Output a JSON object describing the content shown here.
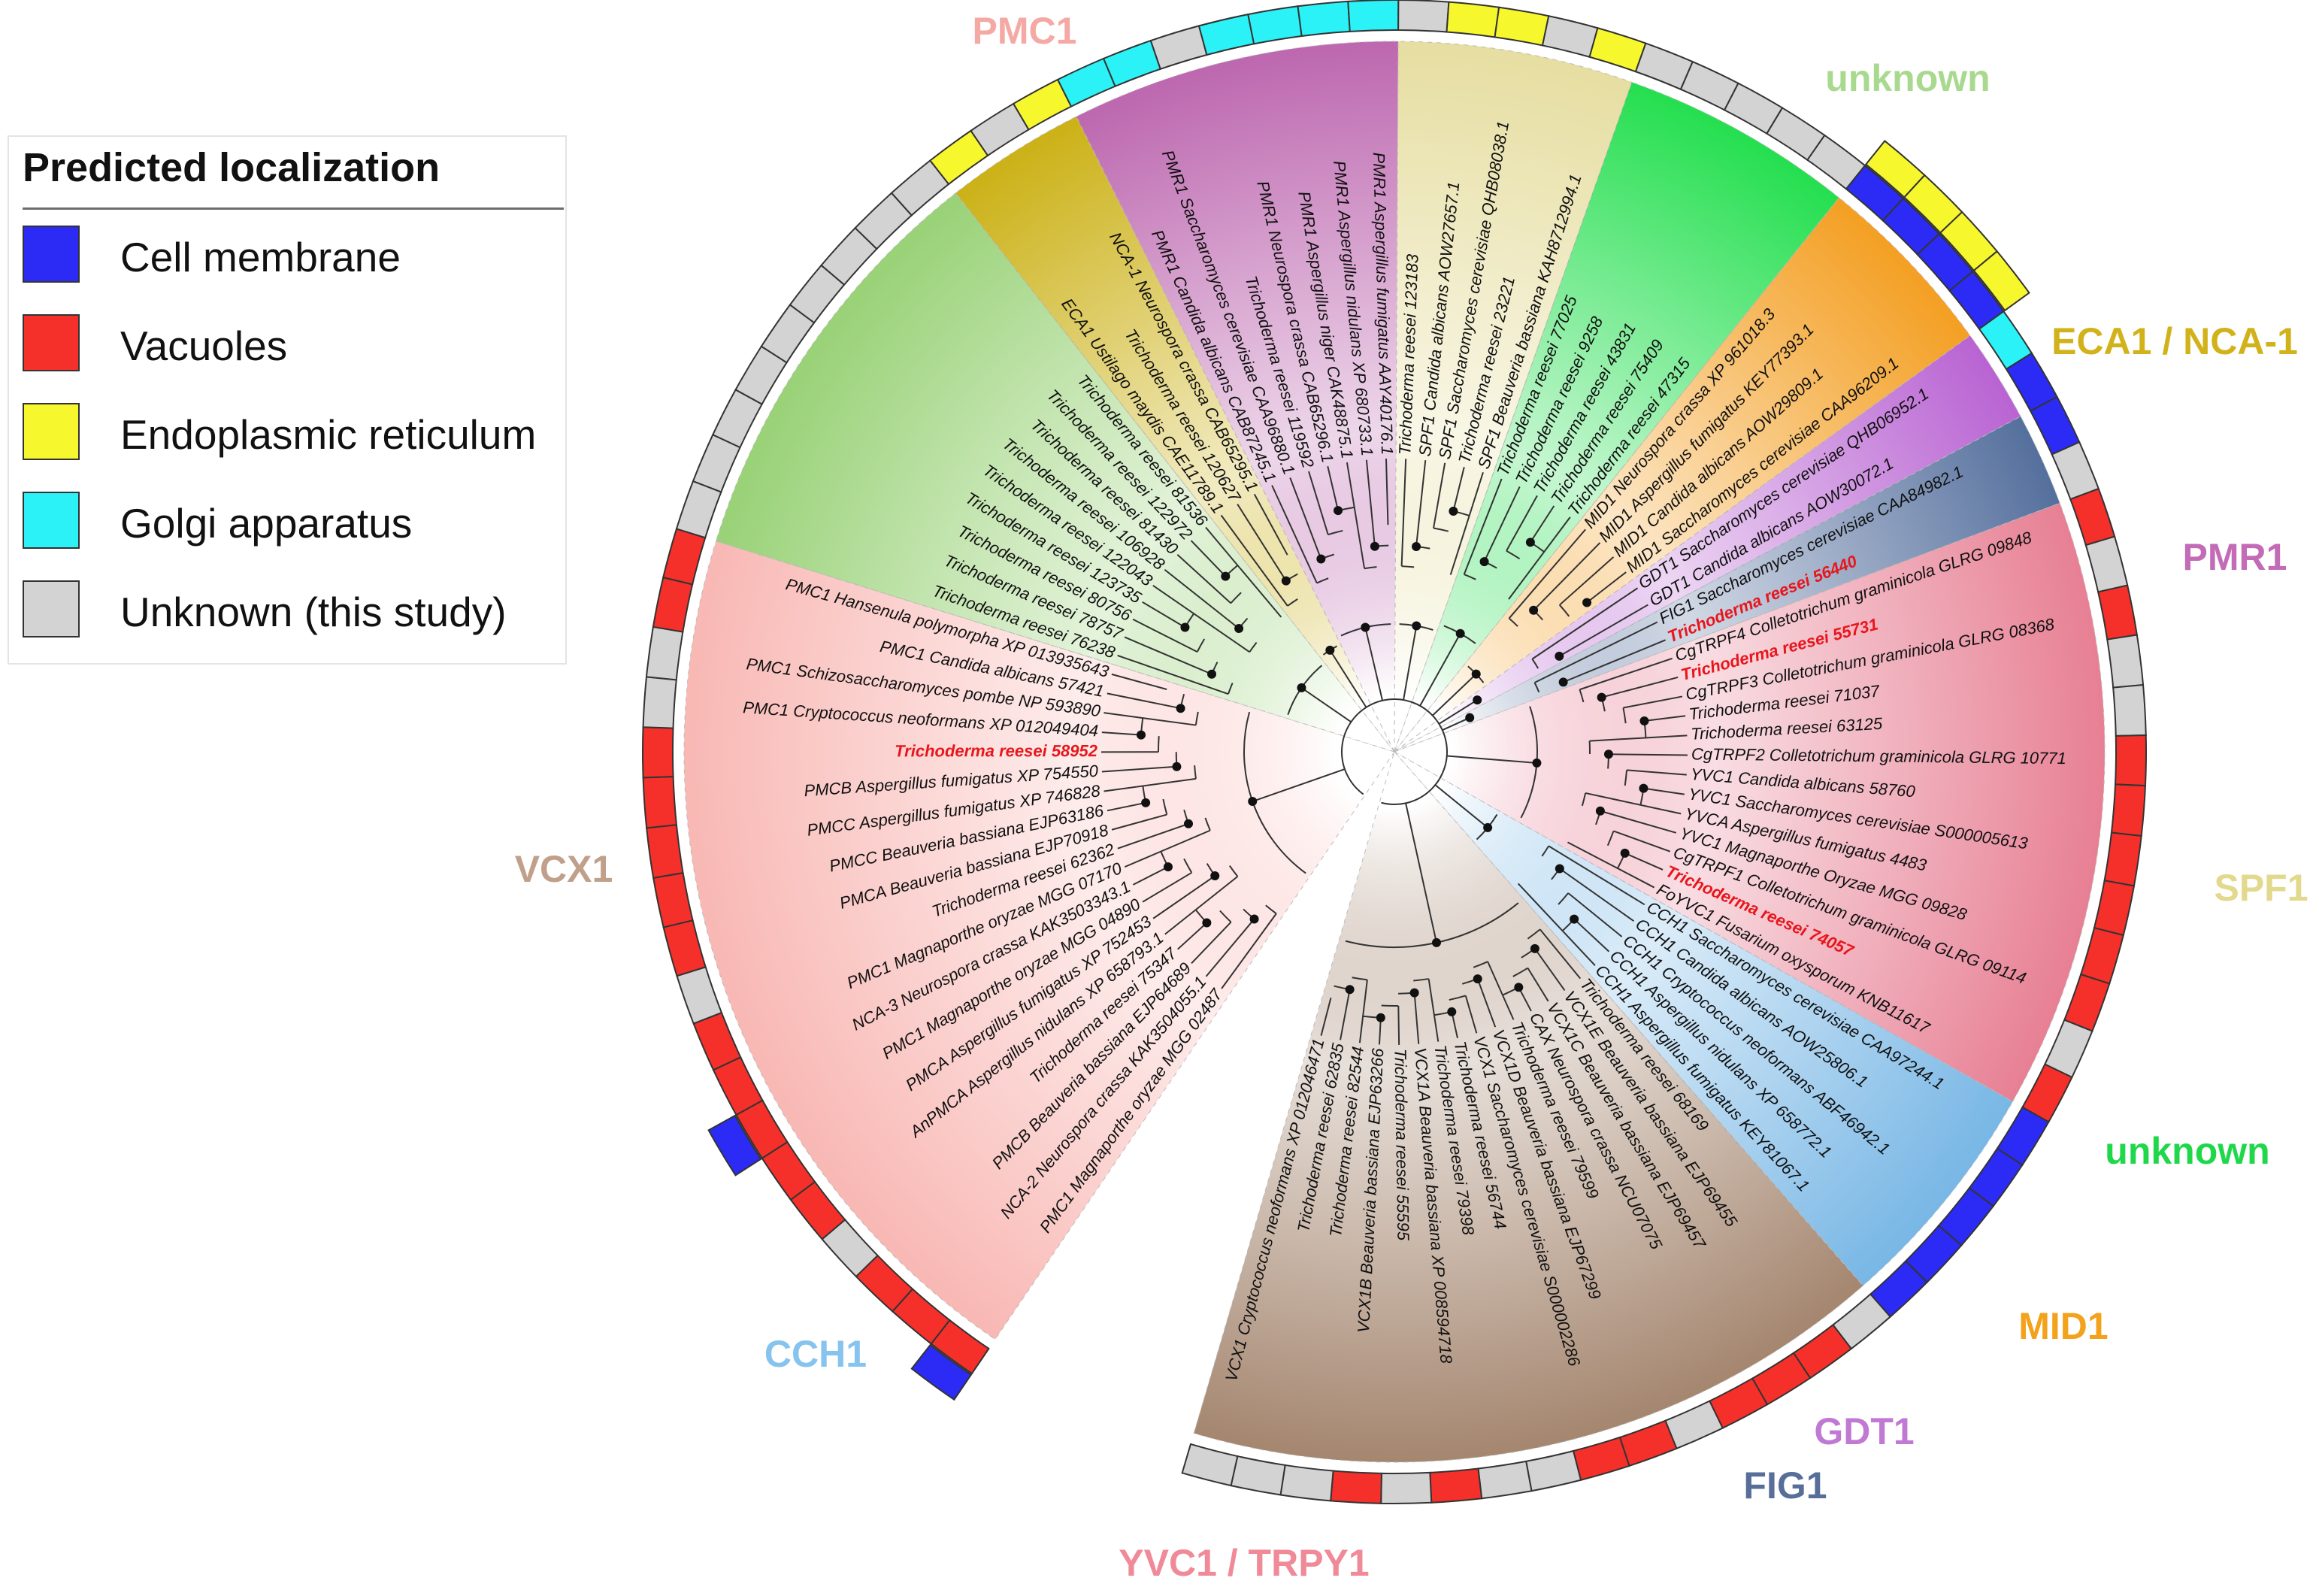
{
  "legend": {
    "title": "Predicted localization",
    "items": [
      {
        "label": "Cell membrane",
        "color": "#2b2bf5"
      },
      {
        "label": "Vacuoles",
        "color": "#f5302a"
      },
      {
        "label": "Endoplasmic reticulum",
        "color": "#f7f72e"
      },
      {
        "label": "Golgi apparatus",
        "color": "#2bf2f7"
      },
      {
        "label": "Unknown (this study)",
        "color": "#d3d3d3"
      }
    ]
  },
  "clades": [
    {
      "name": "PMC1",
      "color": "#f8b4b0",
      "label_color": "#f4a9a4"
    },
    {
      "name": "unknown",
      "color": "#93cf6f",
      "label_color": "#a9d98f"
    },
    {
      "name": "ECA1 / NCA-1",
      "color": "#c9ad0a",
      "label_color": "#d2b21a"
    },
    {
      "name": "PMR1",
      "color": "#b95fab",
      "label_color": "#c36bb6"
    },
    {
      "name": "SPF1",
      "color": "#e5dc9c",
      "label_color": "#e3d98c"
    },
    {
      "name": "unknown",
      "color": "#19dd46",
      "label_color": "#1fd84a"
    },
    {
      "name": "MID1",
      "color": "#f39a17",
      "label_color": "#f3a21c"
    },
    {
      "name": "GDT1",
      "color": "#b55bd0",
      "label_color": "#c07ad4"
    },
    {
      "name": "FIG1",
      "color": "#4c6898",
      "label_color": "#566e98"
    },
    {
      "name": "YVC1 / TRPY1",
      "color": "#e6798e",
      "label_color": "#f08a98"
    },
    {
      "name": "CCH1",
      "color": "#71b3e4",
      "label_color": "#86c3ee"
    },
    {
      "name": "VCX1",
      "color": "#a08068",
      "label_color": "#c0a08b"
    }
  ],
  "leaves": [
    {
      "label": "PMC1 Magnaporthe oryzae MGG 02487",
      "clade": 0,
      "loc": 1,
      "highlight": false
    },
    {
      "label": "NCA-2 Neurospora crassa KAK3504055.1",
      "clade": 0,
      "loc": 1,
      "highlight": false
    },
    {
      "label": "PMCB Beauveria bassiana EJP64689",
      "clade": 0,
      "loc": 1,
      "highlight": false
    },
    {
      "label": "Trichoderma reesei 75347",
      "clade": 0,
      "loc": 4,
      "highlight": false
    },
    {
      "label": "AnPMCA Aspergillus nidulans XP 658793.1",
      "clade": 0,
      "loc": 1,
      "highlight": false
    },
    {
      "label": "PMCA Aspergillus fumigatus XP 752453",
      "clade": 0,
      "loc": 1,
      "highlight": false
    },
    {
      "label": "PMC1 Magnaporthe oryzae MGG 04890",
      "clade": 0,
      "loc": 1,
      "highlight": false
    },
    {
      "label": "NCA-3 Neurospora crassa KAK3503343.1",
      "clade": 0,
      "loc": 1,
      "highlight": false
    },
    {
      "label": "PMC1 Magnaporthe oryzae MGG 07170",
      "clade": 0,
      "loc": 1,
      "highlight": false
    },
    {
      "label": "Trichoderma reesei 62362",
      "clade": 0,
      "loc": 4,
      "highlight": false
    },
    {
      "label": "PMCA Beauveria bassiana EJP70918",
      "clade": 0,
      "loc": 1,
      "highlight": false
    },
    {
      "label": "PMCC Beauveria bassiana EJP63186",
      "clade": 0,
      "loc": 1,
      "highlight": false
    },
    {
      "label": "PMCC Aspergillus fumigatus XP 746828",
      "clade": 0,
      "loc": 1,
      "highlight": false
    },
    {
      "label": "PMCB Aspergillus fumigatus XP 754550",
      "clade": 0,
      "loc": 1,
      "highlight": false
    },
    {
      "label": "Trichoderma reesei 58952",
      "clade": 0,
      "loc": 1,
      "highlight": true
    },
    {
      "label": "PMC1 Cryptococcus neoformans XP 012049404",
      "clade": 0,
      "loc": 4,
      "highlight": false
    },
    {
      "label": "PMC1 Schizosaccharomyces pombe NP 593890",
      "clade": 0,
      "loc": 4,
      "highlight": false
    },
    {
      "label": "PMC1 Candida albicans 57421",
      "clade": 0,
      "loc": 1,
      "highlight": false
    },
    {
      "label": "PMC1 Hansenula polymorpha XP 013935643",
      "clade": 0,
      "loc": 1,
      "highlight": false
    },
    {
      "label": "Trichoderma reesei 76238",
      "clade": 1,
      "loc": 4,
      "highlight": false
    },
    {
      "label": "Trichoderma reesei 78757",
      "clade": 1,
      "loc": 4,
      "highlight": false
    },
    {
      "label": "Trichoderma reesei 80756",
      "clade": 1,
      "loc": 4,
      "highlight": false
    },
    {
      "label": "Trichoderma reesei 123735",
      "clade": 1,
      "loc": 4,
      "highlight": false
    },
    {
      "label": "Trichoderma reesei 122043",
      "clade": 1,
      "loc": 4,
      "highlight": false
    },
    {
      "label": "Trichoderma reesei 106928",
      "clade": 1,
      "loc": 4,
      "highlight": false
    },
    {
      "label": "Trichoderma reesei 81430",
      "clade": 1,
      "loc": 4,
      "highlight": false
    },
    {
      "label": "Trichoderma reesei 122972",
      "clade": 1,
      "loc": 4,
      "highlight": false
    },
    {
      "label": "Trichoderma reesei 81536",
      "clade": 1,
      "loc": 4,
      "highlight": false
    },
    {
      "label": "ECA1 Ustilago maydis CAE11789.1",
      "clade": 2,
      "loc": 2,
      "highlight": false
    },
    {
      "label": "Trichoderma reesei 120627",
      "clade": 2,
      "loc": 4,
      "highlight": false
    },
    {
      "label": "NCA-1 Neurospora crassa CAB65295.1",
      "clade": 2,
      "loc": 2,
      "highlight": false
    },
    {
      "label": "PMR1 Candida albicans CAB87245.1",
      "clade": 3,
      "loc": 3,
      "highlight": false
    },
    {
      "label": "PMR1 Saccharomyces cerevisiae CAA96880.1",
      "clade": 3,
      "loc": 3,
      "highlight": false
    },
    {
      "label": "Trichoderma reesei 119592",
      "clade": 3,
      "loc": 4,
      "highlight": false
    },
    {
      "label": "PMR1 Neurospora crassa CAB65296.1",
      "clade": 3,
      "loc": 3,
      "highlight": false
    },
    {
      "label": "PMR1 Aspergillus niger CAK48875.1",
      "clade": 3,
      "loc": 3,
      "highlight": false
    },
    {
      "label": "PMR1 Aspergillus nidulans XP 680733.1",
      "clade": 3,
      "loc": 3,
      "highlight": false
    },
    {
      "label": "PMR1 Aspergillus fumigatus AAY40176.1",
      "clade": 3,
      "loc": 3,
      "highlight": false
    },
    {
      "label": "Trichoderma reesei 123183",
      "clade": 4,
      "loc": 4,
      "highlight": false
    },
    {
      "label": "SPF1 Candida albicans AOW27657.1",
      "clade": 4,
      "loc": 2,
      "highlight": false
    },
    {
      "label": "SPF1 Saccharomyces cerevisiae QHB08038.1",
      "clade": 4,
      "loc": 2,
      "highlight": false
    },
    {
      "label": "Trichoderma reesei 23221",
      "clade": 4,
      "loc": 4,
      "highlight": false
    },
    {
      "label": "SPF1 Beauveria bassiana KAH8712994.1",
      "clade": 4,
      "loc": 2,
      "highlight": false
    },
    {
      "label": "Trichoderma reesei 77025",
      "clade": 5,
      "loc": 4,
      "highlight": false
    },
    {
      "label": "Trichoderma reesei 9258",
      "clade": 5,
      "loc": 4,
      "highlight": false
    },
    {
      "label": "Trichoderma reesei 43831",
      "clade": 5,
      "loc": 4,
      "highlight": false
    },
    {
      "label": "Trichoderma reesei 75409",
      "clade": 5,
      "loc": 4,
      "highlight": false
    },
    {
      "label": "Trichoderma reesei 47315",
      "clade": 5,
      "loc": 4,
      "highlight": false
    },
    {
      "label": "MID1 Neurospora crassa XP 961018.3",
      "clade": 6,
      "loc": 0,
      "highlight": false
    },
    {
      "label": "MID1 Aspergillus fumigatus KEY77393.1",
      "clade": 6,
      "loc": 0,
      "highlight": false
    },
    {
      "label": "MID1 Candida albicans AOW29809.1",
      "clade": 6,
      "loc": 0,
      "highlight": false
    },
    {
      "label": "MID1 Saccharomyces cerevisiae CAA96209.1",
      "clade": 6,
      "loc": 0,
      "highlight": false
    },
    {
      "label": "GDT1 Saccharomyces cerevisiae QHB06952.1",
      "clade": 7,
      "loc": 3,
      "highlight": false
    },
    {
      "label": "GDT1 Candida albicans AOW30072.1",
      "clade": 7,
      "loc": 0,
      "highlight": false
    },
    {
      "label": "FIG1 Saccharomyces cerevisiae CAA84982.1",
      "clade": 8,
      "loc": 0,
      "highlight": false
    },
    {
      "label": "Trichoderma reesei 56440",
      "clade": 8,
      "loc": 4,
      "highlight": true
    },
    {
      "label": "CgTRPF4 Colletotrichum graminicola GLRG 09848",
      "clade": 9,
      "loc": 1,
      "highlight": false
    },
    {
      "label": "Trichoderma reesei 55731",
      "clade": 9,
      "loc": 4,
      "highlight": true
    },
    {
      "label": "CgTRPF3 Colletotrichum graminicola GLRG 08368",
      "clade": 9,
      "loc": 1,
      "highlight": false
    },
    {
      "label": "Trichoderma reesei 71037",
      "clade": 9,
      "loc": 4,
      "highlight": false
    },
    {
      "label": "Trichoderma reesei 63125",
      "clade": 9,
      "loc": 4,
      "highlight": false
    },
    {
      "label": "CgTRPF2 Colletotrichum graminicola GLRG 10771",
      "clade": 9,
      "loc": 1,
      "highlight": false
    },
    {
      "label": "YVC1 Candida albicans 58760",
      "clade": 9,
      "loc": 1,
      "highlight": false
    },
    {
      "label": "YVC1 Saccharomyces cerevisiae S000005613",
      "clade": 9,
      "loc": 1,
      "highlight": false
    },
    {
      "label": "YVCA Aspergillus fumigatus 4483",
      "clade": 9,
      "loc": 1,
      "highlight": false
    },
    {
      "label": "YVC1 Magnaporthe Oryzae MGG 09828",
      "clade": 9,
      "loc": 1,
      "highlight": false
    },
    {
      "label": "CgTRPF1 Colletotrichum graminicola GLRG 09114",
      "clade": 9,
      "loc": 1,
      "highlight": false
    },
    {
      "label": "Trichoderma reesei 74057",
      "clade": 9,
      "loc": 4,
      "highlight": true
    },
    {
      "label": "FoYVC1 Fusarium oxysporum KNB11617",
      "clade": 9,
      "loc": 1,
      "highlight": false
    },
    {
      "label": "CCH1 Saccharomyces cerevisiae CAA97244.1",
      "clade": 10,
      "loc": 0,
      "highlight": false
    },
    {
      "label": "CCH1 Candida albicans AOW25806.1",
      "clade": 10,
      "loc": 0,
      "highlight": false
    },
    {
      "label": "CCH1 Cryptococcus neoformans ABF46942.1",
      "clade": 10,
      "loc": 0,
      "highlight": false
    },
    {
      "label": "CCH1 Aspergillus nidulans XP 658772.1",
      "clade": 10,
      "loc": 0,
      "highlight": false
    },
    {
      "label": "CCH1 Aspergillus fumigatus KEY81067.1",
      "clade": 10,
      "loc": 0,
      "highlight": false
    },
    {
      "label": "Trichoderma reesei 68169",
      "clade": 11,
      "loc": 4,
      "highlight": false
    },
    {
      "label": "VCX1E Beauveria bassiana EJP69455",
      "clade": 11,
      "loc": 1,
      "highlight": false
    },
    {
      "label": "VCX1C Beauveria bassiana EJP69457",
      "clade": 11,
      "loc": 1,
      "highlight": false
    },
    {
      "label": "CAX Neurospora crassa NCU07075",
      "clade": 11,
      "loc": 1,
      "highlight": false
    },
    {
      "label": "Trichoderma reesei 79599",
      "clade": 11,
      "loc": 4,
      "highlight": false
    },
    {
      "label": "VCX1D Beauveria bassiana EJP67299",
      "clade": 11,
      "loc": 1,
      "highlight": false
    },
    {
      "label": "VCX1 Saccharomyces cerevisiae S000002286",
      "clade": 11,
      "loc": 1,
      "highlight": false
    },
    {
      "label": "Trichoderma reesei 56744",
      "clade": 11,
      "loc": 4,
      "highlight": false
    },
    {
      "label": "Trichoderma reesei 79398",
      "clade": 11,
      "loc": 4,
      "highlight": false
    },
    {
      "label": "VCX1A Beauveria bassiana XP 008594718",
      "clade": 11,
      "loc": 1,
      "highlight": false
    },
    {
      "label": "Trichoderma reesei 55595",
      "clade": 11,
      "loc": 4,
      "highlight": false
    },
    {
      "label": "VCX1B Beauveria bassiana EJP63266",
      "clade": 11,
      "loc": 1,
      "highlight": false
    },
    {
      "label": "Trichoderma reesei 82544",
      "clade": 11,
      "loc": 4,
      "highlight": false
    },
    {
      "label": "Trichoderma reesei 62835",
      "clade": 11,
      "loc": 4,
      "highlight": false
    },
    {
      "label": "VCX1 Cryptococcus neoformans XP 012046471",
      "clade": 11,
      "loc": 4,
      "highlight": false
    }
  ],
  "extra_boxes": [
    {
      "leaf": 0,
      "loc": 0
    },
    {
      "leaf": 6,
      "loc": 0
    },
    {
      "leaf": 48,
      "loc": 2
    },
    {
      "leaf": 49,
      "loc": 2
    },
    {
      "leaf": 50,
      "loc": 2
    },
    {
      "leaf": 51,
      "loc": 2
    }
  ]
}
